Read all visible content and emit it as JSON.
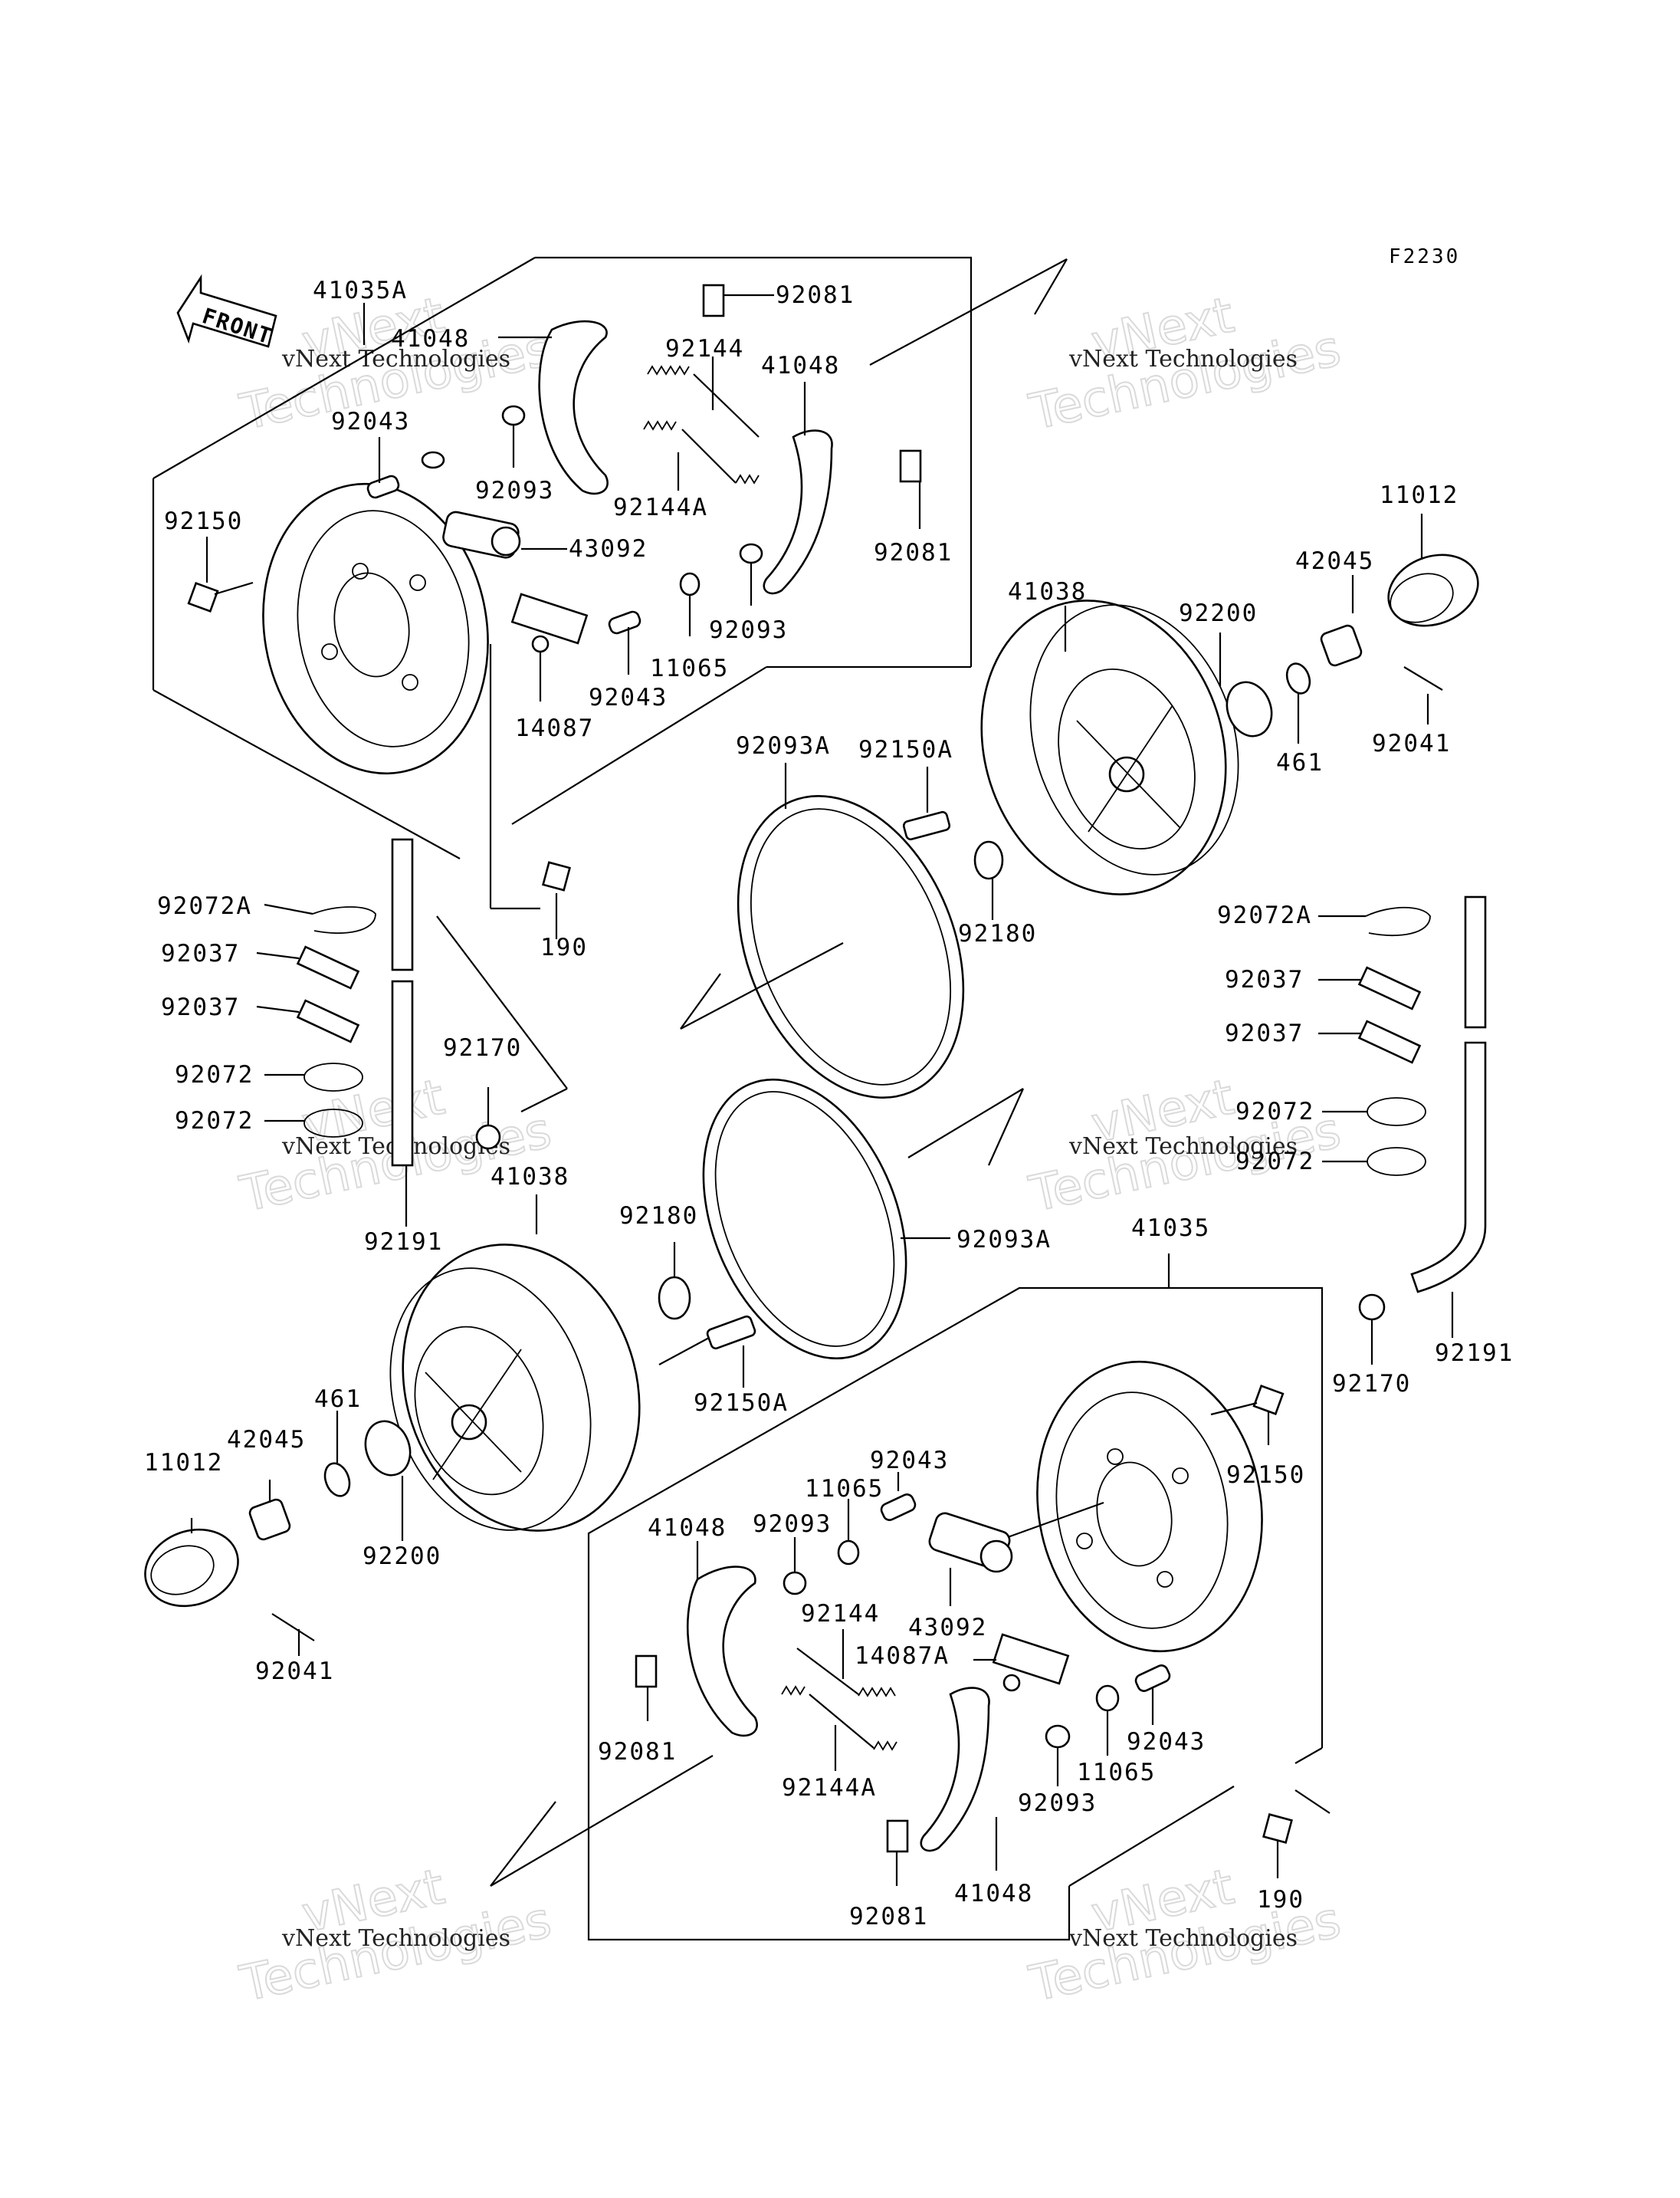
{
  "diagram": {
    "figure_code": "F2230",
    "front_arrow": "FRONT",
    "watermark_text_1": "vNext",
    "watermark_text_2": "Technologies",
    "watermark_caption": "vNext Technologies",
    "labels": {
      "l41035A": "41035A",
      "l41048_a": "41048",
      "l92081_a": "92081",
      "l92144_a": "92144",
      "l41048_b": "41048",
      "l92043_a": "92043",
      "l92093_a": "92093",
      "l92144A_a": "92144A",
      "l92150_a": "92150",
      "l43092_a": "43092",
      "l92081_b": "92081",
      "l11065_a": "11065",
      "l92093_b": "92093",
      "l92043_b": "92043",
      "l14087": "14087",
      "l41038_a": "41038",
      "l92200_a": "92200",
      "l42045_a": "42045",
      "l11012_a": "11012",
      "l461_a": "461",
      "l92041_a": "92041",
      "l92093A_a": "92093A",
      "l92150A_a": "92150A",
      "l92180_a": "92180",
      "l190_a": "190",
      "l92072A_a": "92072A",
      "l92037_a": "92037",
      "l92037_b": "92037",
      "l92072_a": "92072",
      "l92072_b": "92072",
      "l92170_a": "92170",
      "l92072A_b": "92072A",
      "l92037_c": "92037",
      "l92037_d": "92037",
      "l92072_c": "92072",
      "l92072_d": "92072",
      "l41038_b": "41038",
      "l92191_a": "92191",
      "l92180_b": "92180",
      "l92093A_b": "92093A",
      "l41035": "41035",
      "l92170_b": "92170",
      "l92191_b": "92191",
      "l92150A_b": "92150A",
      "l461_b": "461",
      "l42045_b": "42045",
      "l11012_b": "11012",
      "l92200_b": "92200",
      "l92041_b": "92041",
      "l92043_c": "92043",
      "l11065_b": "11065",
      "l92093_c": "92093",
      "l41048_c": "41048",
      "l92150_b": "92150",
      "l92144_b": "92144",
      "l43092_b": "43092",
      "l14087A": "14087A",
      "l92081_c": "92081",
      "l92144A_b": "92144A",
      "l92043_d": "92043",
      "l11065_c": "11065",
      "l92093_d": "92093",
      "l92081_d": "92081",
      "l41048_d": "41048",
      "l190_b": "190"
    }
  }
}
